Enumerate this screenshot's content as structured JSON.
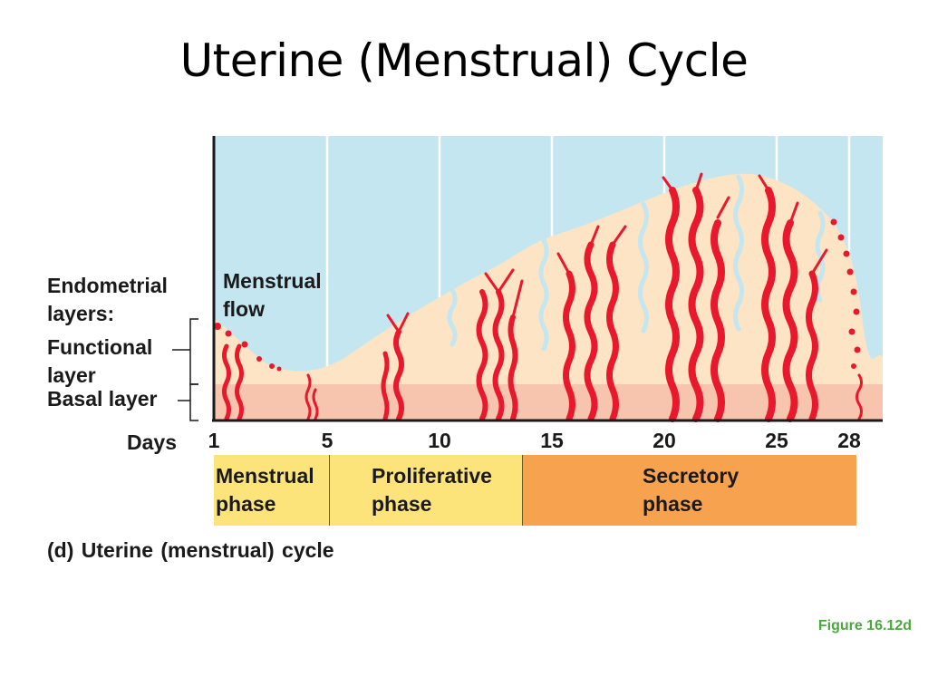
{
  "title": "Uterine (Menstrual) Cycle",
  "labels": {
    "endometrial_layers": [
      "Endometrial",
      "layers:"
    ],
    "functional_layer": [
      "Functional",
      "layer"
    ],
    "basal_layer": "Basal layer",
    "menstrual_flow": [
      "Menstrual",
      "flow"
    ],
    "days": "Days"
  },
  "day_ticks": [
    "1",
    "5",
    "10",
    "15",
    "20",
    "25",
    "28"
  ],
  "phases": [
    {
      "lines": [
        "Menstrual",
        "phase"
      ],
      "color": "#fde47a",
      "days": [
        1,
        5
      ]
    },
    {
      "lines": [
        "Proliferative",
        "phase"
      ],
      "color": "#fde47a",
      "days": [
        5,
        14
      ]
    },
    {
      "lines": [
        "Secretory",
        "phase"
      ],
      "color": "#f6a24e",
      "days": [
        14,
        28
      ]
    }
  ],
  "caption": "(d)  Uterine (menstrual) cycle",
  "figure_ref": "Figure 16.12d",
  "colors": {
    "sky": "#c4e6f1",
    "functional": "#fce4c4",
    "basal": "#f7c4ae",
    "vessel": "#e8192c",
    "divider": "#ffffff"
  }
}
